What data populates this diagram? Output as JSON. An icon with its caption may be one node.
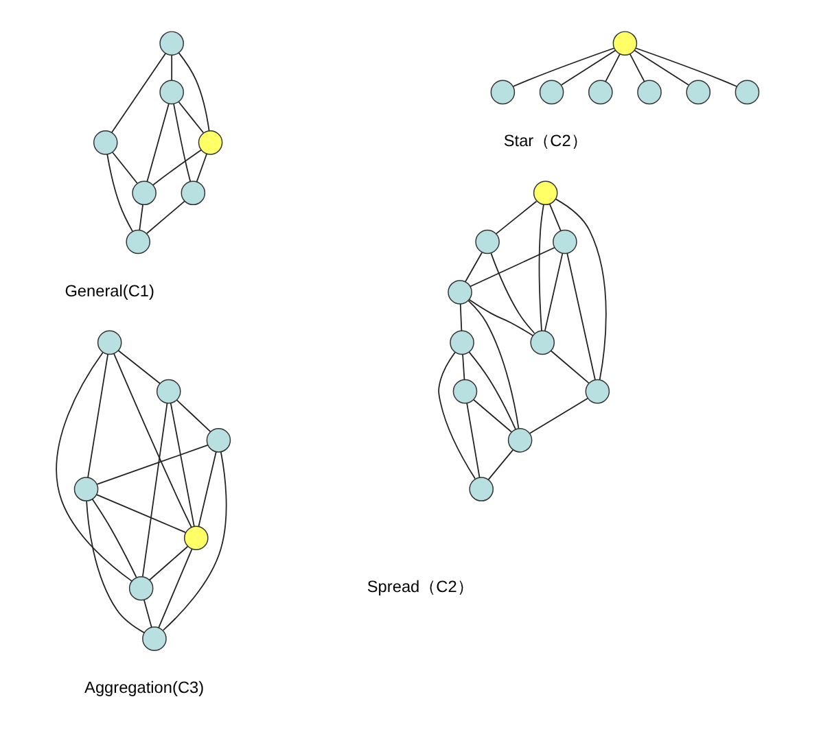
{
  "diagram": {
    "nodes": [
      {
        "text": [],
        "shape": "circle"
      },
      {
        "text": [],
        "shape": "circle"
      },
      {
        "text": [],
        "shape": "circle"
      },
      {
        "text": [],
        "shape": "circle"
      },
      {
        "text": [],
        "shape": "circle"
      },
      {
        "text": [],
        "shape": "circle"
      },
      {
        "text": [],
        "shape": "circle"
      },
      {
        "text": [],
        "shape": "circle"
      },
      {
        "text": [],
        "shape": "circle"
      },
      {
        "text": [],
        "shape": "circle"
      },
      {
        "text": [],
        "shape": "circle"
      },
      {
        "text": [],
        "shape": "circle"
      },
      {
        "text": [],
        "shape": "circle"
      },
      {
        "text": [],
        "shape": "circle"
      },
      {
        "text": [],
        "shape": "circle"
      },
      {
        "text": [],
        "shape": "circle"
      },
      {
        "text": [],
        "shape": "circle"
      },
      {
        "text": [],
        "shape": "circle"
      },
      {
        "text": [],
        "shape": "circle"
      },
      {
        "text": [],
        "shape": "circle"
      },
      {
        "text": [],
        "shape": "circle"
      },
      {
        "text": [],
        "shape": "circle"
      },
      {
        "text": [],
        "shape": "circle"
      },
      {
        "text": [],
        "shape": "circle"
      },
      {
        "text": [],
        "shape": "circle"
      },
      {
        "text": [],
        "shape": "circle"
      },
      {
        "text": [],
        "shape": "circle"
      },
      {
        "text": [],
        "shape": "circle"
      },
      {
        "text": [],
        "shape": "circle"
      },
      {
        "text": [],
        "shape": "circle"
      },
      {
        "text": [],
        "shape": "circle"
      }
    ],
    "edges": [
      {
        "from": 0,
        "to": 1,
        "arrow": "none"
      },
      {
        "from": 1,
        "to": 2,
        "arrow": "none"
      },
      {
        "from": 0,
        "to": 3,
        "arrow": "none"
      },
      {
        "from": 3,
        "to": 2,
        "arrow": "none"
      },
      {
        "from": 3,
        "to": 4,
        "arrow": "none"
      },
      {
        "from": 4,
        "to": 2,
        "arrow": "none"
      },
      {
        "from": 0,
        "to": 4,
        "arrow": "none"
      },
      {
        "from": 1,
        "to": 5,
        "arrow": "none"
      },
      {
        "from": 2,
        "to": 5,
        "arrow": "none"
      },
      {
        "from": 3,
        "to": 6,
        "arrow": "none"
      },
      {
        "from": 4,
        "to": 6,
        "arrow": "none"
      },
      {
        "from": 6,
        "to": 5,
        "arrow": "none"
      },
      {
        "from": 11,
        "to": 7,
        "arrow": "none"
      },
      {
        "from": 11,
        "to": 8,
        "arrow": "none"
      },
      {
        "from": 11,
        "to": 9,
        "arrow": "none"
      },
      {
        "from": 11,
        "to": 10,
        "arrow": "none"
      },
      {
        "from": 11,
        "to": 12,
        "arrow": "none"
      },
      {
        "from": 11,
        "to": 13,
        "arrow": "none"
      },
      {
        "from": 14,
        "to": 15,
        "arrow": "none"
      },
      {
        "from": 15,
        "to": 16,
        "arrow": "none"
      },
      {
        "from": 14,
        "to": 17,
        "arrow": "none"
      },
      {
        "from": 14,
        "to": 19,
        "arrow": "none"
      },
      {
        "from": 14,
        "to": 18,
        "arrow": "none"
      },
      {
        "from": 15,
        "to": 19,
        "arrow": "none"
      },
      {
        "from": 15,
        "to": 18,
        "arrow": "none"
      },
      {
        "from": 16,
        "to": 17,
        "arrow": "none"
      },
      {
        "from": 16,
        "to": 18,
        "arrow": "none"
      },
      {
        "from": 16,
        "to": 20,
        "arrow": "none"
      },
      {
        "from": 17,
        "to": 18,
        "arrow": "none"
      },
      {
        "from": 17,
        "to": 19,
        "arrow": "none"
      },
      {
        "from": 17,
        "to": 20,
        "arrow": "none"
      },
      {
        "from": 18,
        "to": 19,
        "arrow": "none"
      },
      {
        "from": 18,
        "to": 20,
        "arrow": "none"
      },
      {
        "from": 19,
        "to": 20,
        "arrow": "none"
      },
      {
        "from": 21,
        "to": 22,
        "arrow": "none"
      },
      {
        "from": 21,
        "to": 25,
        "arrow": "none"
      },
      {
        "from": 21,
        "to": 27,
        "arrow": "none"
      },
      {
        "from": 21,
        "to": 28,
        "arrow": "none"
      },
      {
        "from": 22,
        "to": 27,
        "arrow": "none"
      },
      {
        "from": 22,
        "to": 26,
        "arrow": "none"
      },
      {
        "from": 25,
        "to": 26,
        "arrow": "none"
      },
      {
        "from": 25,
        "to": 27,
        "arrow": "none"
      },
      {
        "from": 25,
        "to": 28,
        "arrow": "none"
      },
      {
        "from": 26,
        "to": 27,
        "arrow": "none"
      },
      {
        "from": 27,
        "to": 28,
        "arrow": "none"
      },
      {
        "from": 28,
        "to": 29,
        "arrow": "none"
      },
      {
        "from": 26,
        "to": 23,
        "arrow": "none"
      },
      {
        "from": 26,
        "to": 29,
        "arrow": "none"
      },
      {
        "from": 23,
        "to": 24,
        "arrow": "none"
      },
      {
        "from": 23,
        "to": 29,
        "arrow": "none"
      },
      {
        "from": 23,
        "to": 30,
        "arrow": "none"
      },
      {
        "from": 24,
        "to": 29,
        "arrow": "none"
      },
      {
        "from": 24,
        "to": 30,
        "arrow": "none"
      },
      {
        "from": 29,
        "to": 30,
        "arrow": "none"
      }
    ],
    "labels": [
      "General(C1)",
      "Star（C2）",
      "Aggregation(C3)",
      "Spread（C2）"
    ]
  }
}
